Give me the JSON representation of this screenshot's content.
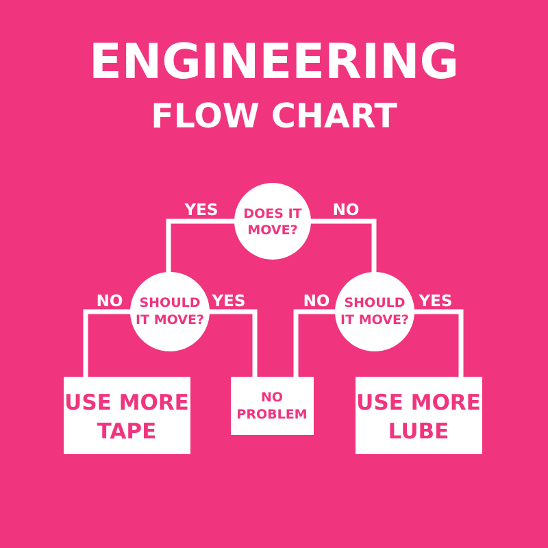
{
  "title": {
    "main": "ENGINEERING",
    "sub": "FLOW CHART"
  },
  "colors": {
    "background": "#f0347e",
    "foreground": "#ffffff"
  },
  "nodes": {
    "root": {
      "line1": "DOES IT",
      "line2": "MOVE?"
    },
    "left_decision": {
      "line1": "SHOULD",
      "line2": "IT MOVE?"
    },
    "right_decision": {
      "line1": "SHOULD",
      "line2": "IT MOVE?"
    },
    "tape": {
      "line1": "USE MORE",
      "line2": "TAPE"
    },
    "no_problem": {
      "line1": "NO",
      "line2": "PROBLEM"
    },
    "lube": {
      "line1": "USE MORE",
      "line2": "LUBE"
    }
  },
  "edges": {
    "root_yes": "YES",
    "root_no": "NO",
    "left_no": "NO",
    "left_yes": "YES",
    "right_no": "NO",
    "right_yes": "YES"
  }
}
